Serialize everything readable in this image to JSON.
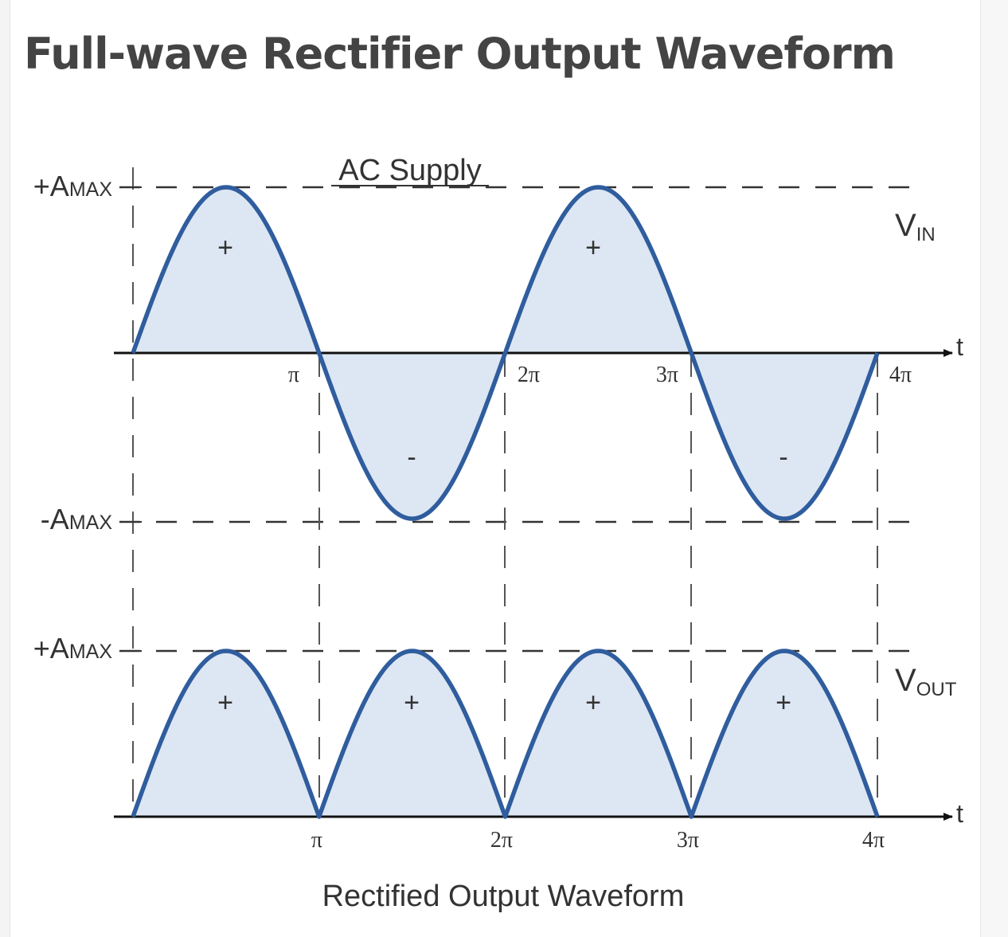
{
  "page": {
    "title": "Full-wave Rectifier Output Waveform"
  },
  "diagram": {
    "top_heading": "AC Supply",
    "bottom_heading": "Rectified Output Waveform",
    "amax_pos_top": {
      "sign": "+",
      "base": "A",
      "sub": "MAX"
    },
    "amax_neg": {
      "sign": "-",
      "base": "A",
      "sub": "MAX"
    },
    "amax_pos_bottom": {
      "sign": "+",
      "base": "A",
      "sub": "MAX"
    },
    "vin": {
      "base": "V",
      "sub": "IN"
    },
    "vout": {
      "base": "V",
      "sub": "OUT"
    },
    "time_label": "t",
    "top_ticks": [
      "π",
      "2π",
      "3π",
      "4π"
    ],
    "bottom_ticks": [
      "π",
      "2π",
      "3π",
      "4π"
    ],
    "top_half_signs": [
      "+",
      "-",
      "+",
      "-"
    ],
    "bottom_half_signs": [
      "+",
      "+",
      "+",
      "+"
    ]
  },
  "colors": {
    "wave": "#2f5d9e",
    "fill": "#dde6f3",
    "axis": "#111111",
    "dash": "#333333",
    "page_background": "#ffffff"
  }
}
